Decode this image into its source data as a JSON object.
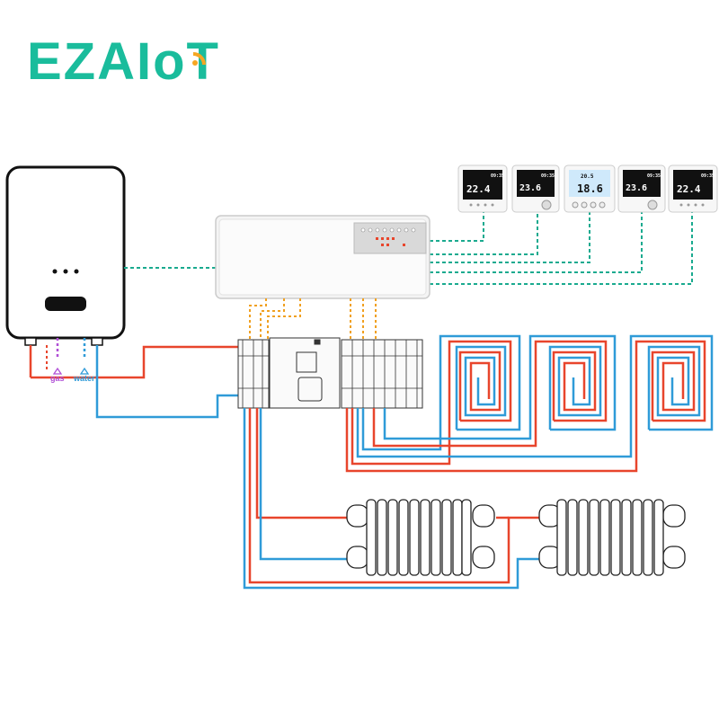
{
  "brand": {
    "name": "EZAIoT",
    "accent": "#1abc9c",
    "dot_color": "#f5a623"
  },
  "boiler": {
    "inputs": [
      {
        "label": "gas",
        "color": "#b04fd6"
      },
      {
        "label": "water",
        "color": "#2f9bd8"
      }
    ]
  },
  "thermostats": [
    {
      "time": "09:35",
      "temp": "22.4",
      "style": "dark"
    },
    {
      "time": "09:35",
      "temp": "23.6",
      "style": "dark"
    },
    {
      "time": "20.5",
      "temp": "18.6",
      "style": "light"
    },
    {
      "time": "09:35",
      "temp": "23.6",
      "style": "dark"
    },
    {
      "time": "09:35",
      "temp": "22.4",
      "style": "dark"
    }
  ],
  "colors": {
    "hot_pipe": "#e8452c",
    "cold_pipe": "#2f9bd8",
    "signal_wire": "#1aaa8f",
    "power_wire": "#f0a020"
  }
}
